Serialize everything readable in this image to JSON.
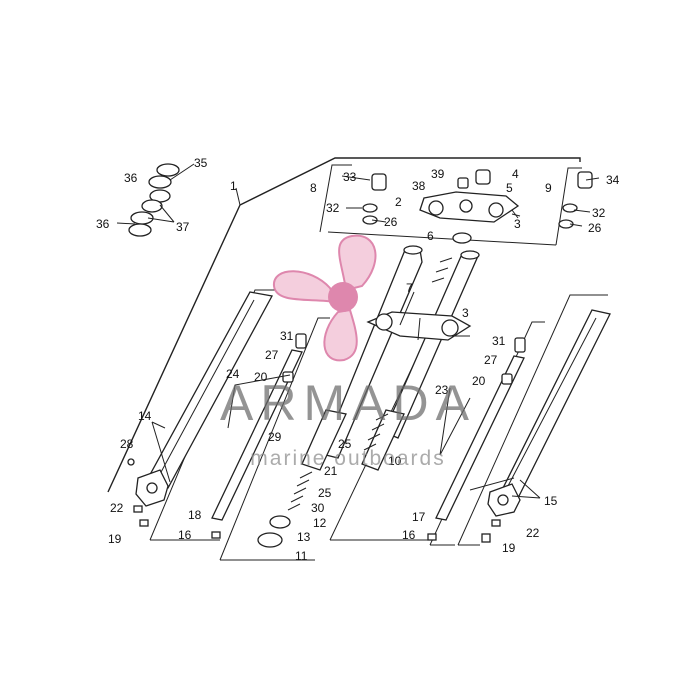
{
  "diagram": {
    "callouts": {
      "c1": "1",
      "c2": "2",
      "c3a": "3",
      "c3b": "3",
      "c4": "4",
      "c5": "5",
      "c6": "6",
      "c7": "7",
      "c8": "8",
      "c9": "9",
      "c10": "10",
      "c11": "11",
      "c12": "12",
      "c13": "13",
      "c14": "14",
      "c15": "15",
      "c16a": "16",
      "c16b": "16",
      "c17": "17",
      "c18": "18",
      "c19a": "19",
      "c19b": "19",
      "c20a": "20",
      "c20b": "20",
      "c21": "21",
      "c22a": "22",
      "c22b": "22",
      "c23": "23",
      "c24": "24",
      "c25a": "25",
      "c25b": "25",
      "c26a": "26",
      "c26b": "26",
      "c27a": "27",
      "c27b": "27",
      "c28": "28",
      "c29": "29",
      "c30": "30",
      "c31a": "31",
      "c31b": "31",
      "c32a": "32",
      "c32b": "32",
      "c33": "33",
      "c34": "34",
      "c35": "35",
      "c36a": "36",
      "c36b": "36",
      "c37": "37",
      "c38": "38",
      "c39": "39"
    }
  },
  "watermark": {
    "brand": "ARMADA",
    "tagline": "marine outboards",
    "logo_icon": "propeller-icon",
    "logo_color": "#d9739f"
  }
}
